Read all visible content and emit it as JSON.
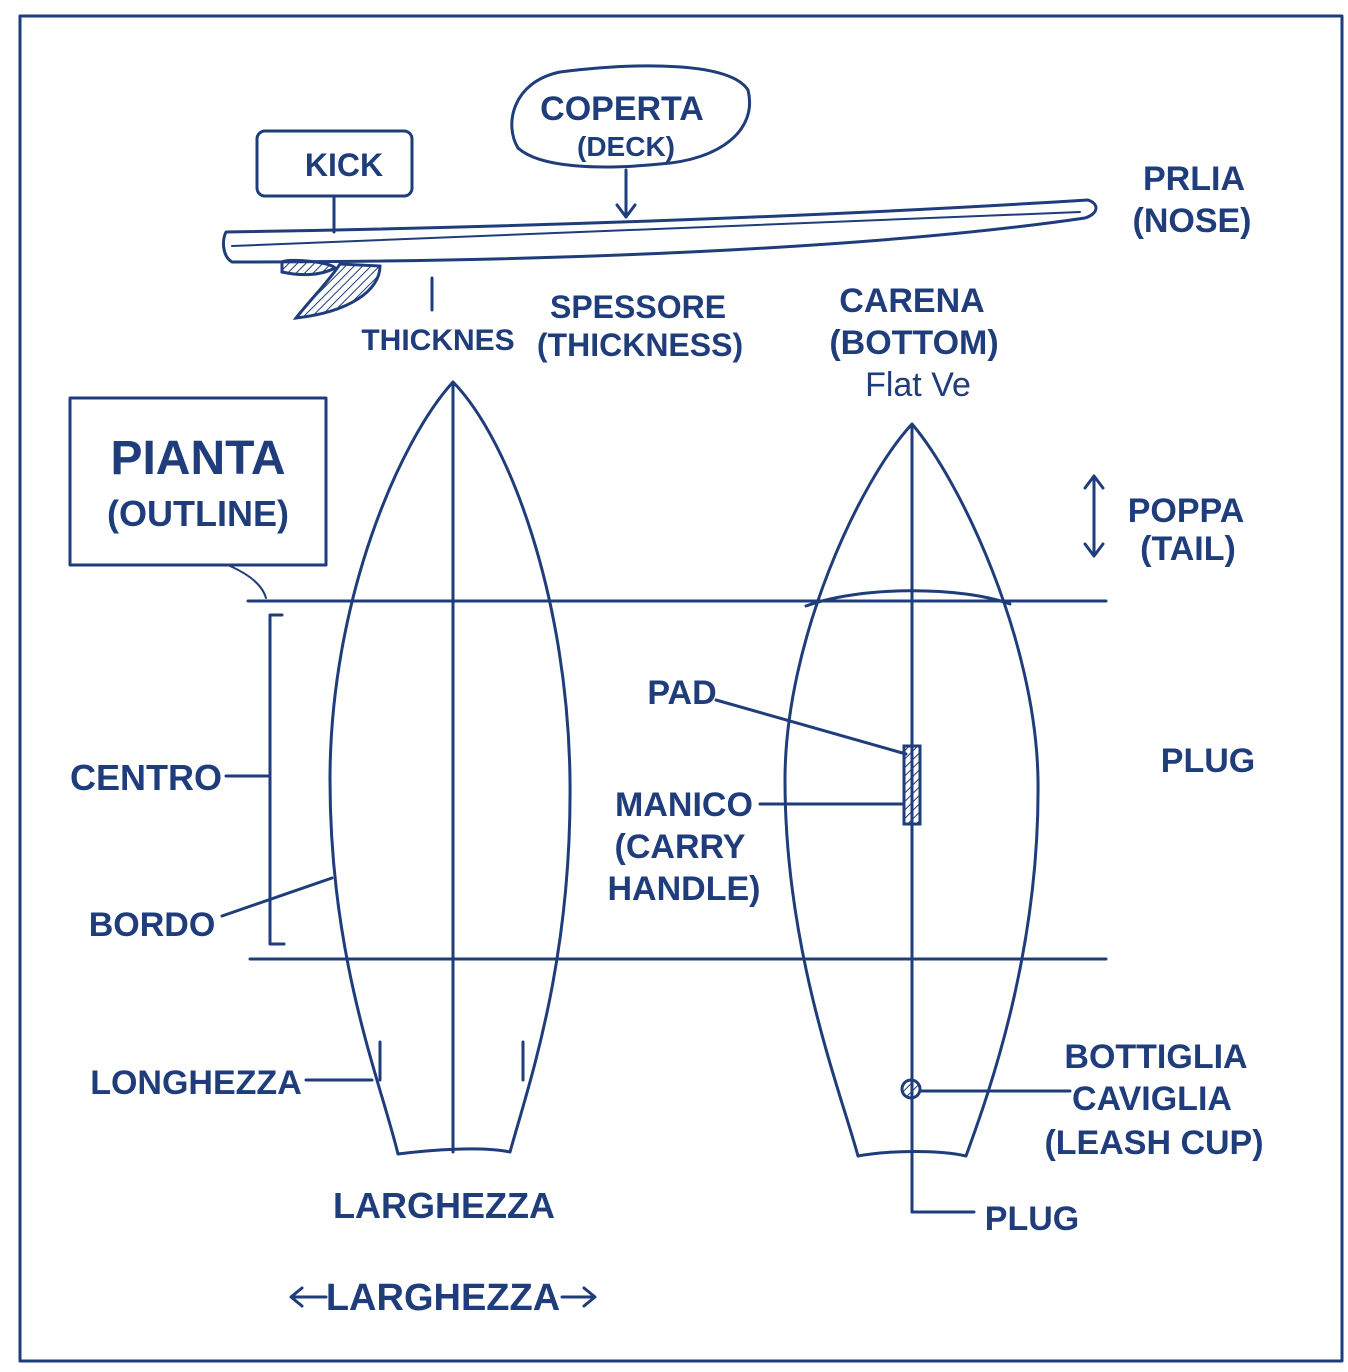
{
  "colors": {
    "ink": "#1f3d7a",
    "paper": "#ffffff"
  },
  "labels": {
    "kick": "KICK",
    "coperta": "COPERTA",
    "deck": "(DECK)",
    "prua": "PRLIA",
    "nose": "(NOSE)",
    "thicknes": "THICKNES",
    "spessore": "SPESSORE",
    "thickness": "(THICKNESS)",
    "carena": "CARENA",
    "bottom": "(BOTTOM)",
    "flat_ve": "Flat Ve",
    "pianta": "PIANTA",
    "outline": "(OUTLINE)",
    "poppa": "POPPA",
    "tail": "(TAIL)",
    "pad": "PAD",
    "plug_right": "PLUG",
    "centro": "CENTRO",
    "manico": "MANICO",
    "carry": "(CARRY",
    "handle": "HANDLE)",
    "bordo": "BORDO",
    "bottiglia": "BOTTIGLIA",
    "caviglia": "CAVIGLIA",
    "leash_cup": "(LEASH CUP)",
    "longhezza": "LONGHEZZA",
    "larghezza": "LARGHEZZA",
    "plug_bottom": "PLUG",
    "larghezza_arrow": "LARGHEZZA"
  }
}
